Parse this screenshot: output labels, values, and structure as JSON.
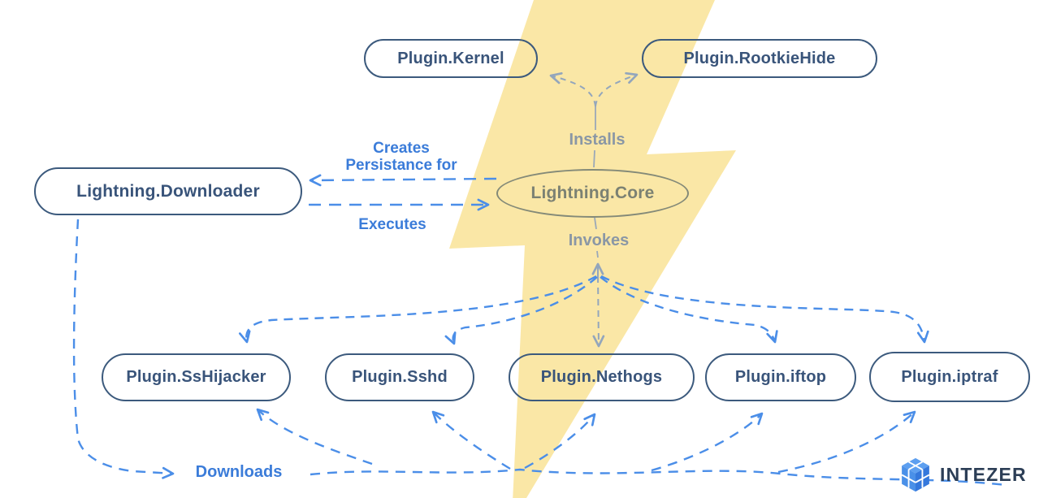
{
  "diagram": {
    "nodes": {
      "downloader": {
        "label": "Lightning.Downloader"
      },
      "core": {
        "label": "Lightning.Core"
      },
      "kernel": {
        "label": "Plugin.Kernel"
      },
      "rootkiehide": {
        "label": "Plugin.RootkieHide"
      },
      "sshijacker": {
        "label": "Plugin.SsHijacker"
      },
      "sshd": {
        "label": "Plugin.Sshd"
      },
      "nethogs": {
        "label": "Plugin.Nethogs"
      },
      "iftop": {
        "label": "Plugin.iftop"
      },
      "iptraf": {
        "label": "Plugin.iptraf"
      }
    },
    "edge_labels": {
      "installs": "Installs",
      "invokes": "Invokes",
      "creates_persistence": "Creates Persistance for",
      "executes": "Executes",
      "downloads": "Downloads"
    },
    "edges": [
      {
        "from": "Lightning.Core",
        "to": "Plugin.Kernel",
        "label": "Installs"
      },
      {
        "from": "Lightning.Core",
        "to": "Plugin.RootkieHide",
        "label": "Installs"
      },
      {
        "from": "Lightning.Core",
        "to": "Lightning.Downloader",
        "label": "Creates Persistance for"
      },
      {
        "from": "Lightning.Downloader",
        "to": "Lightning.Core",
        "label": "Executes"
      },
      {
        "from": "Lightning.Core",
        "to": "Plugin.SsHijacker",
        "label": "Invokes"
      },
      {
        "from": "Lightning.Core",
        "to": "Plugin.Sshd",
        "label": "Invokes"
      },
      {
        "from": "Lightning.Core",
        "to": "Plugin.Nethogs",
        "label": "Invokes"
      },
      {
        "from": "Lightning.Core",
        "to": "Plugin.iftop",
        "label": "Invokes"
      },
      {
        "from": "Lightning.Core",
        "to": "Plugin.iptraf",
        "label": "Invokes"
      },
      {
        "from": "Lightning.Downloader",
        "to": "Plugin.SsHijacker",
        "label": "Downloads"
      },
      {
        "from": "Lightning.Downloader",
        "to": "Plugin.Sshd",
        "label": "Downloads"
      },
      {
        "from": "Lightning.Downloader",
        "to": "Plugin.Nethogs",
        "label": "Downloads"
      },
      {
        "from": "Lightning.Downloader",
        "to": "Plugin.iftop",
        "label": "Downloads"
      },
      {
        "from": "Lightning.Downloader",
        "to": "Plugin.iptraf",
        "label": "Downloads"
      }
    ],
    "colors": {
      "bolt_yellow": "#FAE7A6",
      "node_navy": "#3C5A7D",
      "edge_blue": "#4B8EE8",
      "label_blue": "#3B7CD9",
      "muted_gray": "#93A6BC",
      "core_gray": "#7B8173",
      "logo_navy": "#2C3E56"
    }
  },
  "branding": {
    "logo_text": "INTEZER",
    "logo_icon": "cube-icon"
  }
}
